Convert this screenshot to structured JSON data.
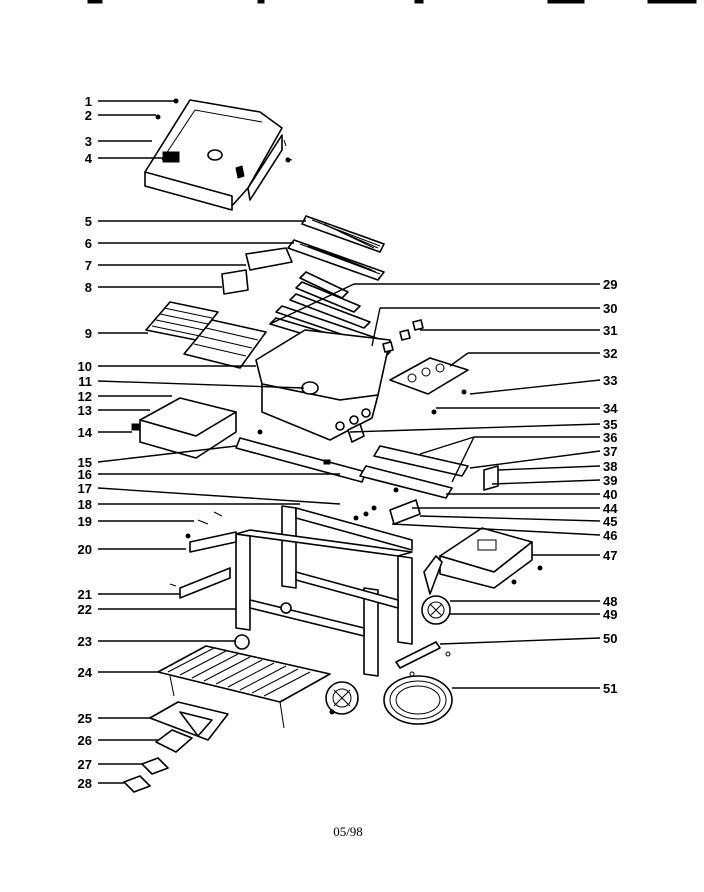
{
  "diagram": {
    "labels_left": [
      "1",
      "2",
      "3",
      "4",
      "5",
      "6",
      "7",
      "8",
      "9",
      "10",
      "11",
      "12",
      "13",
      "14",
      "15",
      "16",
      "17",
      "18",
      "19",
      "20",
      "21",
      "22",
      "23",
      "24",
      "25",
      "26",
      "27",
      "28"
    ],
    "labels_right": [
      "29",
      "30",
      "31",
      "32",
      "33",
      "34",
      "35",
      "36",
      "37",
      "38",
      "39",
      "40",
      "44",
      "45",
      "46",
      "47",
      "48",
      "49",
      "50",
      "51"
    ],
    "footer": "05/98"
  }
}
